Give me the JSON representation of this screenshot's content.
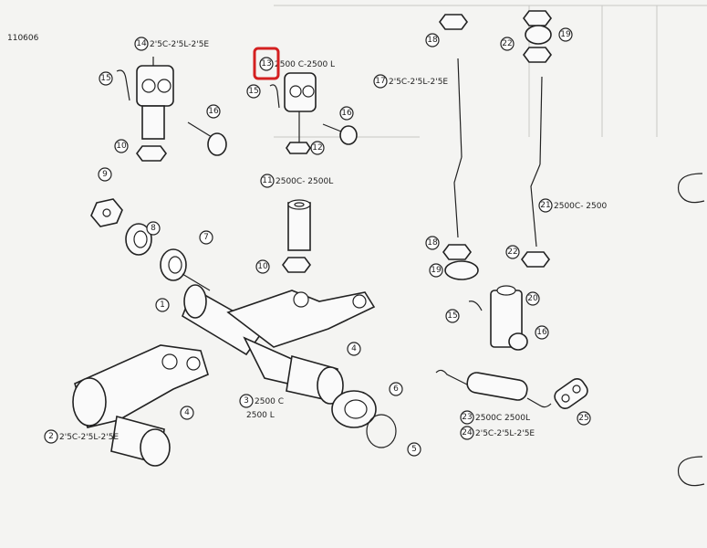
{
  "doc_code": "110606",
  "highlight_color": "#d42020",
  "labels": [
    {
      "id": "l14",
      "num": "14",
      "text": "2'5C-2'5L-2'5E"
    },
    {
      "id": "l15a",
      "num": "15",
      "text": ""
    },
    {
      "id": "l16a",
      "num": "16",
      "text": ""
    },
    {
      "id": "l10a",
      "num": "10",
      "text": ""
    },
    {
      "id": "l13",
      "num": "13",
      "text": "2500 C-2500 L"
    },
    {
      "id": "l15b",
      "num": "15",
      "text": ""
    },
    {
      "id": "l16b",
      "num": "16",
      "text": ""
    },
    {
      "id": "l12",
      "num": "12",
      "text": ""
    },
    {
      "id": "l11",
      "num": "11",
      "text": "2500C- 2500L"
    },
    {
      "id": "l9",
      "num": "9",
      "text": ""
    },
    {
      "id": "l8",
      "num": "8",
      "text": ""
    },
    {
      "id": "l7",
      "num": "7",
      "text": ""
    },
    {
      "id": "l10b",
      "num": "10",
      "text": ""
    },
    {
      "id": "l1",
      "num": "1",
      "text": ""
    },
    {
      "id": "l4a",
      "num": "4",
      "text": ""
    },
    {
      "id": "l4b",
      "num": "4",
      "text": ""
    },
    {
      "id": "l3",
      "num": "3",
      "text": "2500 C"
    },
    {
      "id": "l3b",
      "num": "",
      "text": "2500 L"
    },
    {
      "id": "l2",
      "num": "2",
      "text": "2'5C-2'5L-2'5E"
    },
    {
      "id": "l6",
      "num": "6",
      "text": ""
    },
    {
      "id": "l5",
      "num": "5",
      "text": ""
    },
    {
      "id": "l18a",
      "num": "18",
      "text": ""
    },
    {
      "id": "l22a",
      "num": "22",
      "text": ""
    },
    {
      "id": "l19a",
      "num": "19",
      "text": ""
    },
    {
      "id": "l17",
      "num": "17",
      "text": "2'5C-2'5L-2'5E"
    },
    {
      "id": "l21",
      "num": "21",
      "text": "2500C- 2500"
    },
    {
      "id": "l18b",
      "num": "18",
      "text": ""
    },
    {
      "id": "l19b",
      "num": "19",
      "text": ""
    },
    {
      "id": "l22b",
      "num": "22",
      "text": ""
    },
    {
      "id": "l20",
      "num": "20",
      "text": ""
    },
    {
      "id": "l15c",
      "num": "15",
      "text": ""
    },
    {
      "id": "l16c",
      "num": "16",
      "text": ""
    },
    {
      "id": "l23",
      "num": "23",
      "text": "2500C 2500L"
    },
    {
      "id": "l24",
      "num": "24",
      "text": "2'5C-2'5L-2'5E"
    },
    {
      "id": "l25",
      "num": "25",
      "text": ""
    }
  ]
}
